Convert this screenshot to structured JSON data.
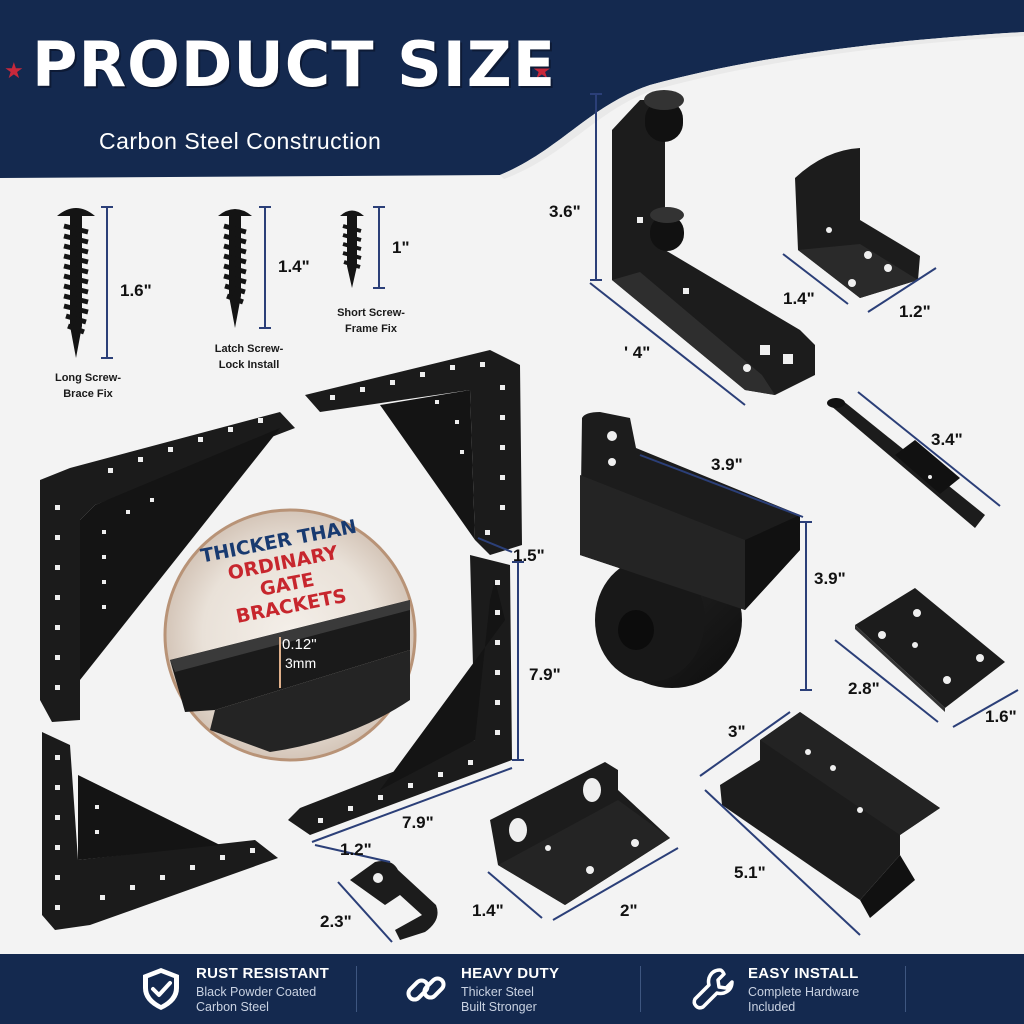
{
  "header": {
    "title": "PRODUCT SIZE",
    "subtitle": "Carbon Steel Construction"
  },
  "screws": [
    {
      "size": "1.6\"",
      "caption_line1": "Long Screw-",
      "caption_line2": "Brace Fix"
    },
    {
      "size": "1.4\"",
      "caption_line1": "Latch Screw-",
      "caption_line2": "Lock Install"
    },
    {
      "size": "1\"",
      "caption_line1": "Short Screw-",
      "caption_line2": "Frame Fix"
    }
  ],
  "dimensions": {
    "hinge_height": "3.6\"",
    "hinge_length": "' 4\"",
    "small_bracket_width": "1.4\"",
    "small_bracket_depth": "1.2\"",
    "bolt_length": "3.4\"",
    "wheel_length": "3.9\"",
    "wheel_height": "3.9\"",
    "plate_length": "2.8\"",
    "plate_width": "1.6\"",
    "z_bracket_width": "3\"",
    "z_bracket_length": "5.1\"",
    "brace_width": "1.5\"",
    "brace_height": "7.9\"",
    "brace_bottom": "7.9\"",
    "hook_width": "1.2\"",
    "hook_height": "2.3\"",
    "lbracket_height": "1.4\"",
    "lbracket_length": "2\""
  },
  "callout": {
    "line1": "THICKER THAN",
    "line2": "ORDINARY",
    "line3": "GATE BRACKETS",
    "thickness_in": "0.12\"",
    "thickness_mm": "3mm"
  },
  "features": [
    {
      "icon": "shield-check-icon",
      "title": "RUST RESISTANT",
      "line1": "Black Powder Coated",
      "line2": "Carbon Steel"
    },
    {
      "icon": "chain-link-icon",
      "title": "HEAVY DUTY",
      "line1": "Thicker Steel",
      "line2": "Built Stronger"
    },
    {
      "icon": "wrench-icon",
      "title": "EASY INSTALL",
      "line1": "Complete Hardware",
      "line2": "Included"
    }
  ],
  "colors": {
    "navy": "#14294f",
    "red": "#c8283b",
    "steel": "#1b1b1b",
    "background": "#f3f3f3"
  }
}
